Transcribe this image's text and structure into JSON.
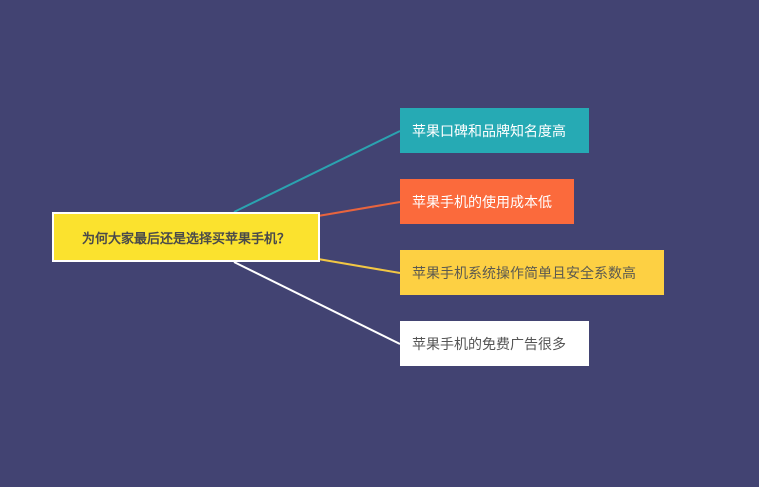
{
  "root": {
    "label": "为何大家最后还是选择买苹果手机？",
    "color": "#fbe22e"
  },
  "branches": [
    {
      "label": "苹果口碑和品牌知名度高",
      "color": "#26aab4",
      "line_color": "#2ba3b0"
    },
    {
      "label": "苹果手机的使用成本低",
      "color": "#fb6a3c",
      "line_color": "#e8643e"
    },
    {
      "label": "苹果手机系统操作简单且安全系数高",
      "color": "#fdd043",
      "line_color": "#f2c744"
    },
    {
      "label": "苹果手机的免费广告很多",
      "color": "#ffffff",
      "line_color": "#ffffff"
    }
  ],
  "background": "#424372"
}
